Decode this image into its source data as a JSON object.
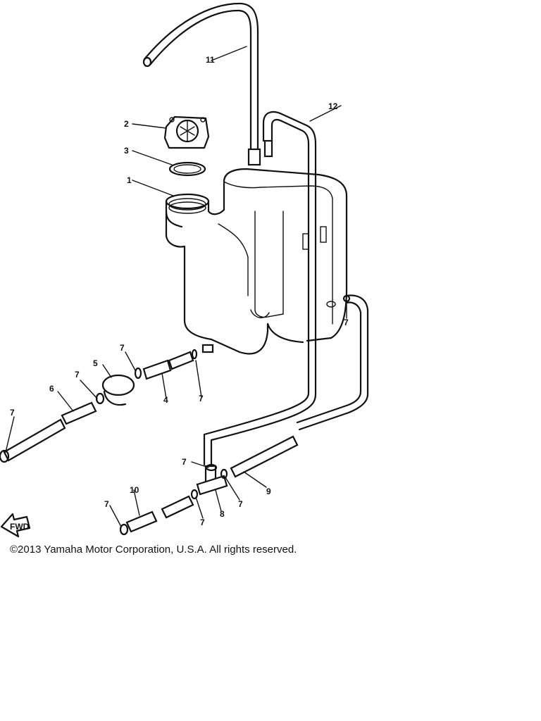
{
  "diagram": {
    "callouts": [
      {
        "id": "p1",
        "text": "1"
      },
      {
        "id": "p2",
        "text": "2"
      },
      {
        "id": "p3",
        "text": "3"
      },
      {
        "id": "p4",
        "text": "4"
      },
      {
        "id": "p5",
        "text": "5"
      },
      {
        "id": "p6",
        "text": "6"
      },
      {
        "id": "p7a",
        "text": "7"
      },
      {
        "id": "p7b",
        "text": "7"
      },
      {
        "id": "p7c",
        "text": "7"
      },
      {
        "id": "p7d",
        "text": "7"
      },
      {
        "id": "p7e",
        "text": "7"
      },
      {
        "id": "p7f",
        "text": "7"
      },
      {
        "id": "p7g",
        "text": "7"
      },
      {
        "id": "p7h",
        "text": "7"
      },
      {
        "id": "p7i",
        "text": "7"
      },
      {
        "id": "p8",
        "text": "8"
      },
      {
        "id": "p9",
        "text": "9"
      },
      {
        "id": "p10",
        "text": "10"
      },
      {
        "id": "p11",
        "text": "11"
      },
      {
        "id": "p12",
        "text": "12"
      }
    ],
    "fwd_label": "FWD"
  },
  "footer": {
    "copyright": "©2013 Yamaha Motor Corporation, U.S.A. All rights reserved."
  }
}
